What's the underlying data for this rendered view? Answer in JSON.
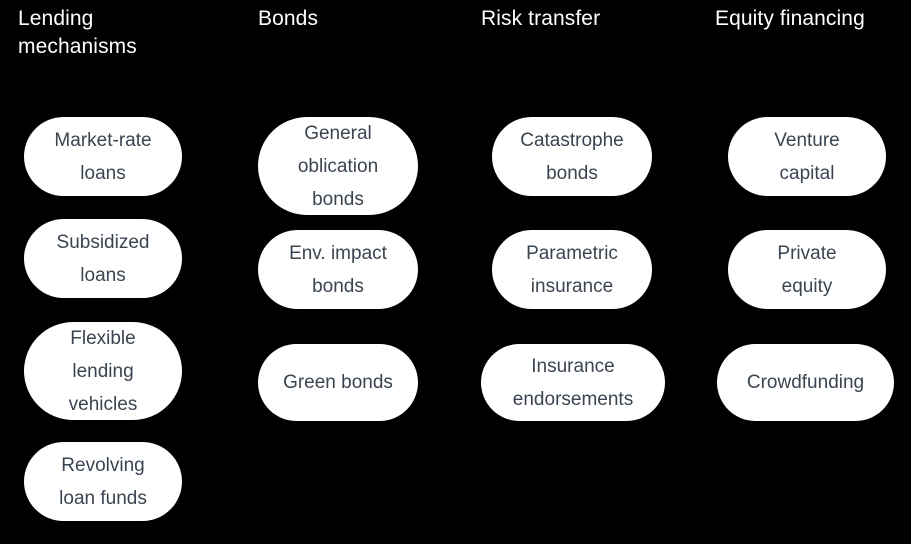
{
  "diagram": {
    "background_color": "#000000",
    "node_fill_color": "#ffffff",
    "node_text_color": "#3b4551",
    "header_text_color": "#ffffff",
    "columns": [
      {
        "id": "lending-mechanisms",
        "header": "Lending\nmechanisms",
        "nodes": [
          {
            "label": "Market-rate\nloans"
          },
          {
            "label": "Subsidized\nloans"
          },
          {
            "label": "Flexible\nlending\nvehicles"
          },
          {
            "label": "Revolving\nloan funds"
          }
        ]
      },
      {
        "id": "bonds",
        "header": "Bonds",
        "nodes": [
          {
            "label": "General\noblication\nbonds"
          },
          {
            "label": "Env. impact\nbonds"
          },
          {
            "label": "Green bonds"
          }
        ]
      },
      {
        "id": "risk-transfer",
        "header": "Risk transfer",
        "nodes": [
          {
            "label": "Catastrophe\nbonds"
          },
          {
            "label": "Parametric\ninsurance"
          },
          {
            "label": "Insurance\nendorsements"
          }
        ]
      },
      {
        "id": "equity-financing",
        "header": "Equity financing",
        "nodes": [
          {
            "label": "Venture\ncapital"
          },
          {
            "label": "Private\nequity"
          },
          {
            "label": "Crowdfunding"
          }
        ]
      }
    ]
  }
}
